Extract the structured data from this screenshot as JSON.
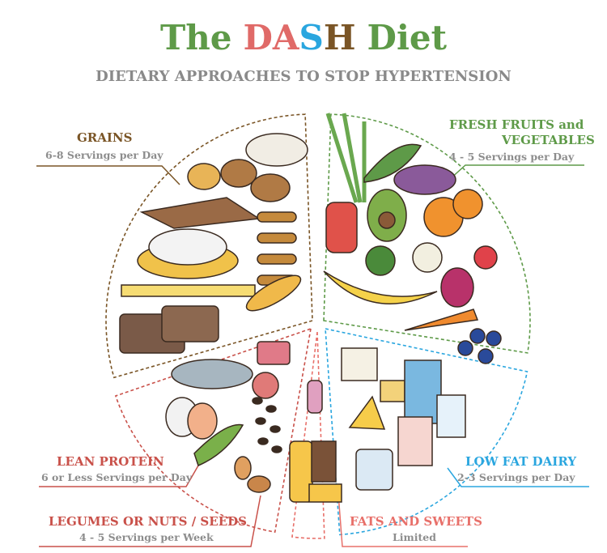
{
  "title": {
    "the": "The",
    "d": "D",
    "a": "A",
    "s": "S",
    "h": "H",
    "diet": "Diet"
  },
  "subtitle": "DIETARY APPROACHES TO STOP HYPERTENSION",
  "colors": {
    "green": "#5e9a48",
    "red": "#e06a68",
    "blue": "#2aa6df",
    "brown": "#7a5526",
    "grey": "#8d8d8d",
    "protein": "#c9514a",
    "fats": "#e8706a"
  },
  "groups": {
    "grains": {
      "name": "GRAINS",
      "servings": "6-8 Servings per Day"
    },
    "fruits_vegetables": {
      "name_line1": "FRESH FRUITS and",
      "name_line2": "VEGETABLES",
      "servings": "4 - 5 Servings per Day"
    },
    "lean_protein": {
      "name": "LEAN PROTEIN",
      "servings": "6 or Less Servings per Day"
    },
    "low_fat_dairy": {
      "name": "LOW FAT DAIRY",
      "servings": "2-3 Servings per Day"
    },
    "legumes_nuts_seeds": {
      "name": "LEGUMES OR NUTS / SEEDS",
      "servings": "4 - 5 Servings per Week"
    },
    "fats_sweets": {
      "name": "FATS AND SWEETS",
      "servings": "Limited"
    }
  }
}
